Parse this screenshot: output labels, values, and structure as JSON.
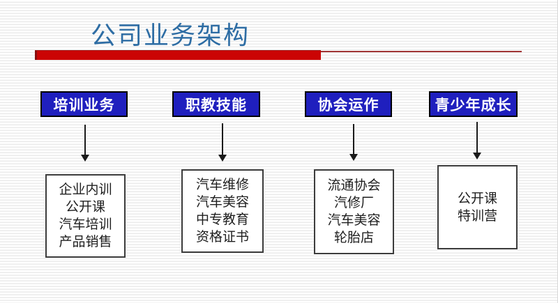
{
  "slide": {
    "title": "公司业务架构"
  },
  "columns": [
    {
      "header": "培训业务",
      "items": [
        "企业内训",
        "公开课",
        "汽车培训",
        "产品销售"
      ]
    },
    {
      "header": "职教技能",
      "items": [
        "汽车维修",
        "汽车美容",
        "中专教育",
        "资格证书"
      ]
    },
    {
      "header": "协会运作",
      "items": [
        "流通协会",
        "汽修厂",
        "汽车美容",
        "轮胎店"
      ]
    },
    {
      "header": "青少年成长",
      "items": [
        "公开课",
        "特训营"
      ]
    }
  ],
  "colors": {
    "title_blue": "#2e6da4",
    "header_box_fill": "#1f1fbe",
    "header_box_border": "#000000",
    "header_text": "#ffffff",
    "accent_red_bar": "#cb0404",
    "thin_red_line": "#a03434",
    "item_box_border": "#3c3c3c",
    "item_text": "#1e1e1e",
    "background_stripe": "#ebebeb"
  },
  "icons": {
    "down_arrow": "down-arrow"
  }
}
